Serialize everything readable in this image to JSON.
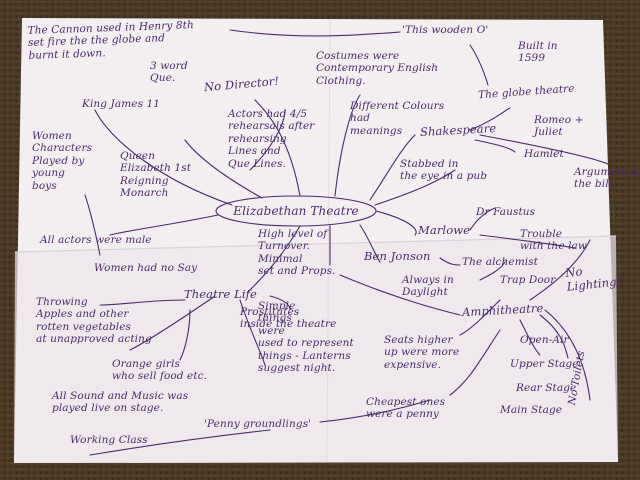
{
  "colors": {
    "ink": "#4b2a6e",
    "paper": "#f3eef0",
    "paper_shadow": "#d8d2d8",
    "carpet": "#5a452d"
  },
  "mindmap": {
    "centre": "Elizabethan Theatre",
    "notes": [
      "The Cannon used in Henry 8th\nset fire the the globe and\nburnt it down.",
      "'This wooden O'",
      "Built in\n1599",
      "The globe theatre",
      "Costumes were\nContemporary English\nClothing.",
      "3 word\nQue.",
      "No Director!",
      "King James 11",
      "Actors had 4/5\nrehearsals after\nrehearsing\nLines and\nQue Lines.",
      "Different Colours\nhad\nmeanings",
      "Shakespeare",
      "Romeo +\nJuliet",
      "Hamlet",
      "Argument of\nthe bill",
      "Stabbed in\nthe eye in a pub",
      "Women\nCharacters\nPlayed by\nyoung\nboys",
      "Queen\nElizabeth 1st\nReigning\nMonarch",
      "Dr Faustus",
      "Marlowe",
      "Trouble\nwith the law",
      "All actors were male",
      "Women had no Say",
      "High level of\nTurnover.\nMinimal\nset and Props.",
      "Ben Jonson",
      "The alchemist",
      "Always in\nDaylight",
      "Trap Door",
      "No\nLighting!",
      "Throwing\nApples and other\nrotten vegetables\nat unapproved acting",
      "Theatre Life",
      "Prostitutes\ninside the theatre",
      "Simple\nthings\nwere\nused to represent\nthings - Lanterns\nsuggest night.",
      "Amphitheatre",
      "Seats higher\nup were more\nexpensive.",
      "Open-Air",
      "Orange girls\nwho sell food etc.",
      "Upper Stage",
      "Rear Stage",
      "Main Stage",
      "No Toilets",
      "All Sound and Music was\nplayed live on stage.",
      "Cheapest ones\nwere a penny",
      "'Penny groundlings'",
      "Working Class"
    ]
  }
}
